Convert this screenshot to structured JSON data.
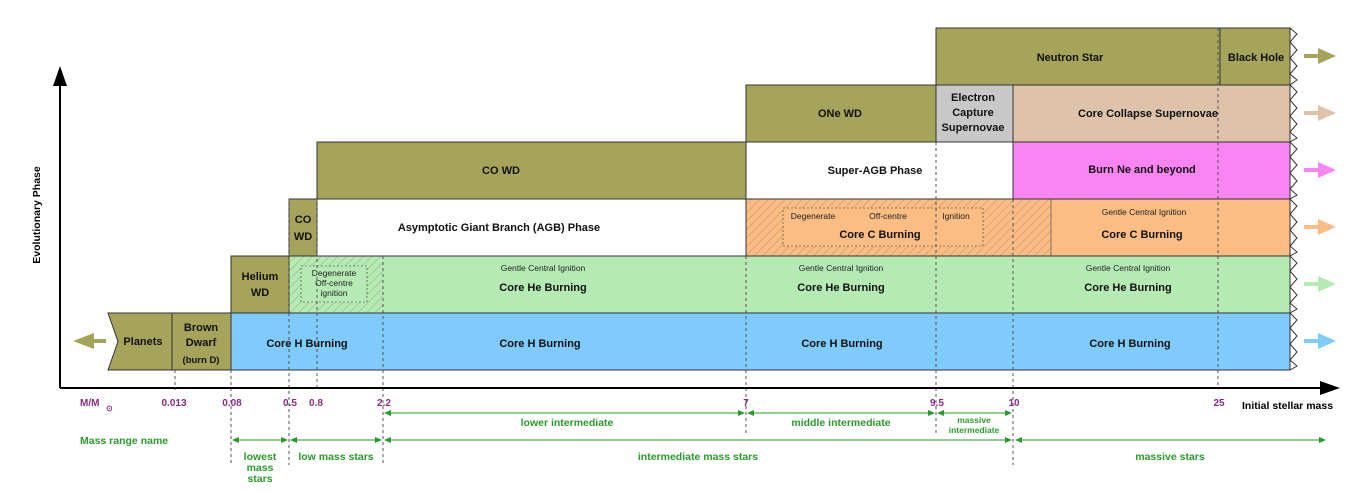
{
  "colors": {
    "olive": "#a5a45a",
    "hydrogen": "#7fcbfb",
    "helium": "#b6eab4",
    "carbon": "#fbbd83",
    "neon": "#f985f2",
    "collapse": "#dec3aa",
    "capture": "#c8c8c8",
    "green_text": "#2a9a2a",
    "mass_text": "#8a2a8a"
  },
  "axes": {
    "y_label": "Evolutionary Phase",
    "x_label": "Initial stellar mass",
    "mass_unit": "M/M",
    "mass_unit_sub": "⊙"
  },
  "mass_ticks": [
    "0.013",
    "0.08",
    "0.5",
    "0.8",
    "2.2",
    "7",
    "9.5",
    "10",
    "25"
  ],
  "hydrogen_row": {
    "planets": "Planets",
    "brown_dwarf_1": "Brown",
    "brown_dwarf_2": "Dwarf",
    "brown_dwarf_3": "(burn D)",
    "core_h_1": "Core H Burning",
    "core_h_2": "Core H Burning",
    "core_h_3": "Core H Burning",
    "core_h_4": "Core H Burning"
  },
  "helium_row": {
    "helium_wd_1": "Helium",
    "helium_wd_2": "WD",
    "degenerate_1": "Degenerate",
    "degenerate_2": "Off-centre",
    "degenerate_3": "ignition",
    "gentle_1": "Gentle   Central   Ignition",
    "core_he_1": "Core He Burning",
    "gentle_2": "Gentle   Central   Ignition",
    "core_he_2": "Core He Burning",
    "gentle_3": "Gentle   Central   Ignition",
    "core_he_3": "Core He Burning"
  },
  "agb_row": {
    "co_wd_small_1": "CO",
    "co_wd_small_2": "WD",
    "agb_phase": "Asymptotic Giant Branch (AGB) Phase",
    "degenerate": "Degenerate",
    "off_centre": "Off-centre",
    "ignition": "Ignition",
    "core_c_1": "Core C Burning",
    "gentle": "Gentle   Central   Ignition",
    "core_c_2": "Core C Burning"
  },
  "co_row": {
    "co_wd": "CO WD",
    "super_agb": "Super-AGB Phase",
    "burn_ne": "Burn Ne  and beyond"
  },
  "one_row": {
    "one_wd": "ONe WD",
    "ecsn_1": "Electron",
    "ecsn_2": "Capture",
    "ecsn_3": "Supernovae",
    "ccsn": "Core Collapse   Supernovae"
  },
  "top_row": {
    "neutron_star": "Neutron  Star",
    "black_hole": "Black Hole"
  },
  "mass_ranges": {
    "title": "Mass range  name",
    "lower_intermediate": "lower intermediate",
    "middle_intermediate": "middle intermediate",
    "massive_intermediate_1": "massive",
    "massive_intermediate_2": "intermediate",
    "lowest_1": "lowest",
    "lowest_2": "mass",
    "lowest_3": "stars",
    "low_mass": "low mass stars",
    "intermediate_mass": "intermediate mass stars",
    "massive": "massive stars"
  }
}
